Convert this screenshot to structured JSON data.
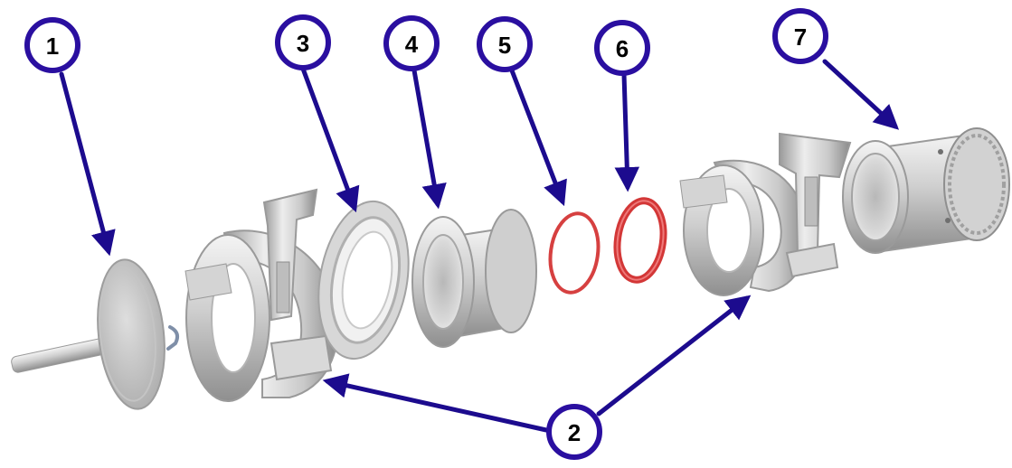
{
  "callouts": [
    {
      "id": "1",
      "label": "1"
    },
    {
      "id": "2",
      "label": "2"
    },
    {
      "id": "3",
      "label": "3"
    },
    {
      "id": "4",
      "label": "4"
    },
    {
      "id": "5",
      "label": "5"
    },
    {
      "id": "6",
      "label": "6"
    },
    {
      "id": "7",
      "label": "7"
    }
  ],
  "colors": {
    "callout_ring": "#2a0fa0",
    "arrow": "#1c0b8e",
    "metal_light": "#e6e6e6",
    "metal_mid": "#bdbdbd",
    "metal_dark": "#8e8e8e",
    "oring_red": "#d63a3a"
  }
}
